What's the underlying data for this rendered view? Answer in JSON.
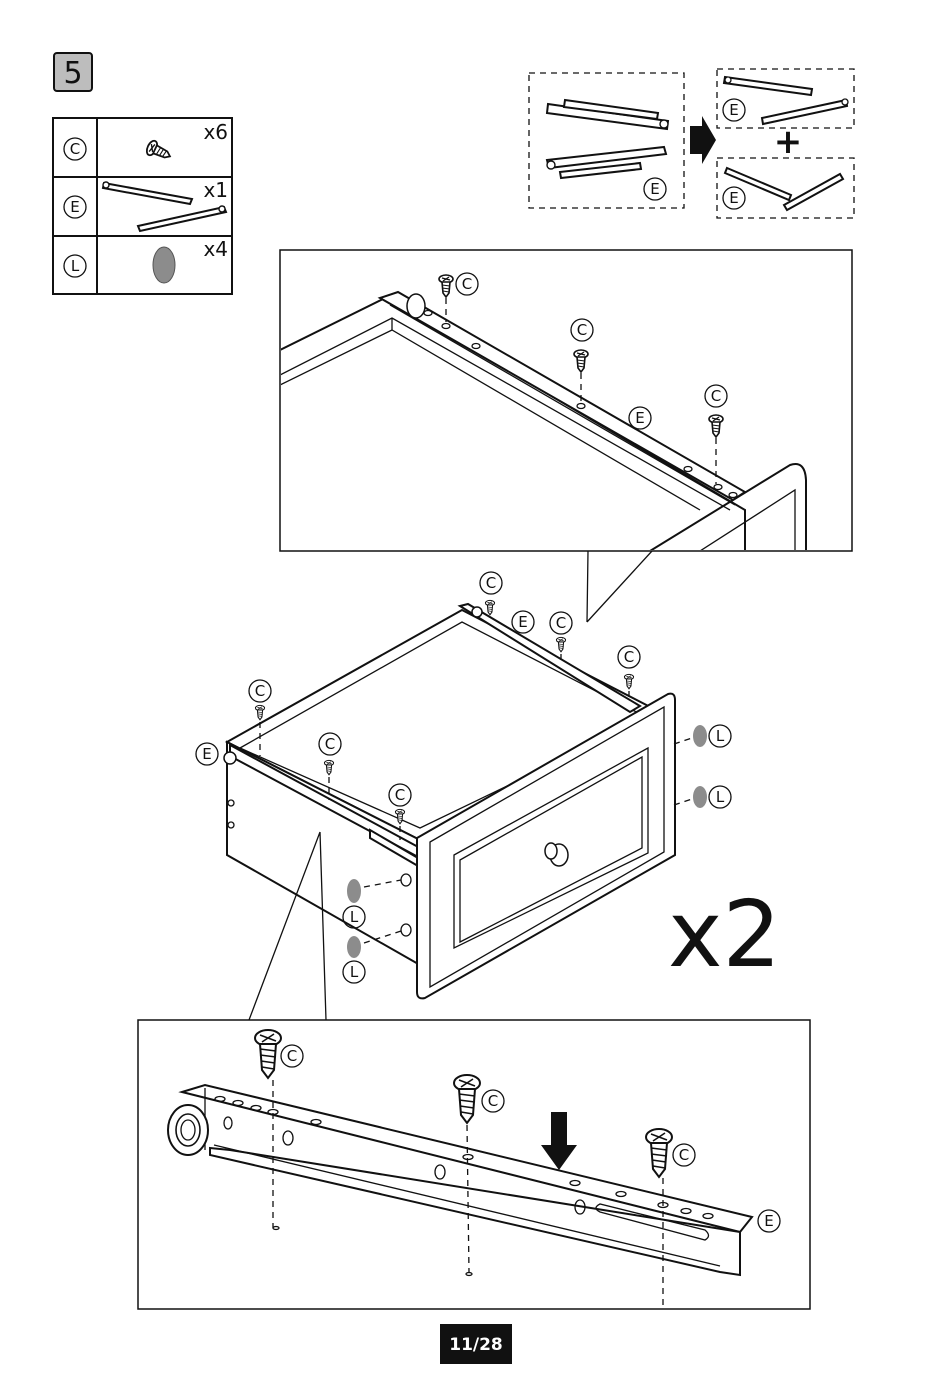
{
  "step_number": "5",
  "parts": [
    {
      "letter": "C",
      "quantity": "x6",
      "icon": "screw-icon"
    },
    {
      "letter": "E",
      "quantity": "x1",
      "icon": "drawer-slide-icon"
    },
    {
      "letter": "L",
      "quantity": "x4",
      "icon": "felt-pad-icon"
    }
  ],
  "callouts": {
    "screw": "C",
    "slide": "E",
    "pad": "L"
  },
  "multiplier": "x2",
  "page_number": "11/28",
  "colors": {
    "pad_gray": "#8c8c8c",
    "page_badge": "#111111"
  }
}
